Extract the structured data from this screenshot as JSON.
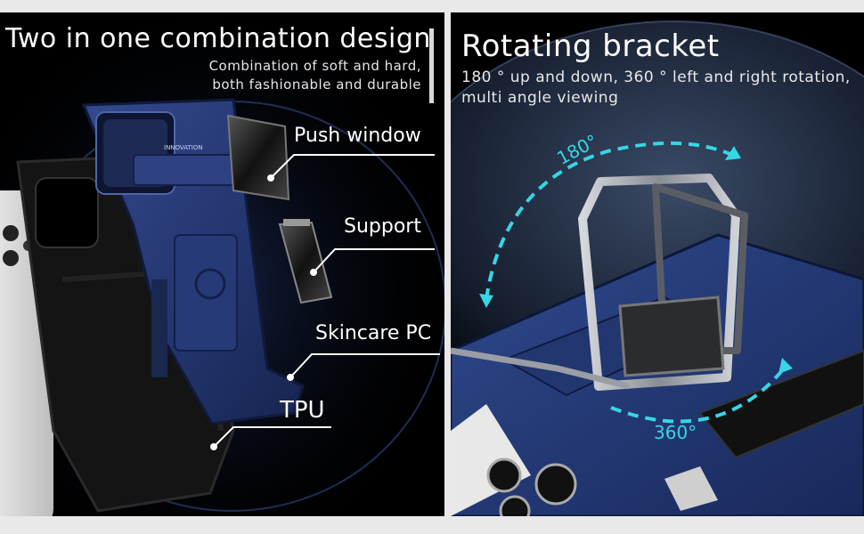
{
  "left_panel": {
    "title": "Two in one combination design",
    "subtitle_lines": [
      "Combination of soft and hard,",
      "both fashionable and durable"
    ],
    "case_brand_text": "INNOVATION",
    "labels": {
      "push_window": "Push window",
      "support": "Support",
      "skincare_pc": "Skincare PC",
      "tpu": "TPU"
    }
  },
  "right_panel": {
    "title": "Rotating bracket",
    "description_lines": [
      "180 ° up and down, 360 ° left and right rotation,",
      "multi angle viewing"
    ],
    "angles": {
      "vertical": "180°",
      "horizontal": "360°"
    }
  },
  "colors": {
    "background": "#000000",
    "case_blue": "#23356f",
    "tpu_black": "#141414",
    "accent_cyan": "#35d6e6",
    "bracket_silver": "#9a9ea4"
  }
}
